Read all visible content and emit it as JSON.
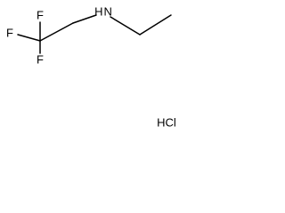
{
  "molecule": {
    "atoms": {
      "f_top": "F",
      "f_left": "F",
      "f_bottom": "F",
      "amine": "H N"
    },
    "salt": "HCl",
    "colors": {
      "bond": "#000000",
      "text": "#000000",
      "background": "#ffffff"
    }
  }
}
